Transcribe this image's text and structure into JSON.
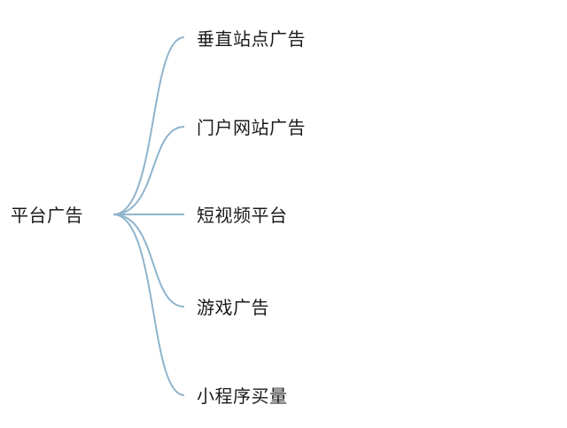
{
  "mindmap": {
    "root": "平台广告",
    "children": [
      "垂直站点广告",
      "门户网站广告",
      "短视频平台",
      "游戏广告",
      "小程序买量"
    ]
  },
  "colors": {
    "branch": "#8fb4cc",
    "text": "#1a1a1a",
    "background": "#ffffff"
  }
}
